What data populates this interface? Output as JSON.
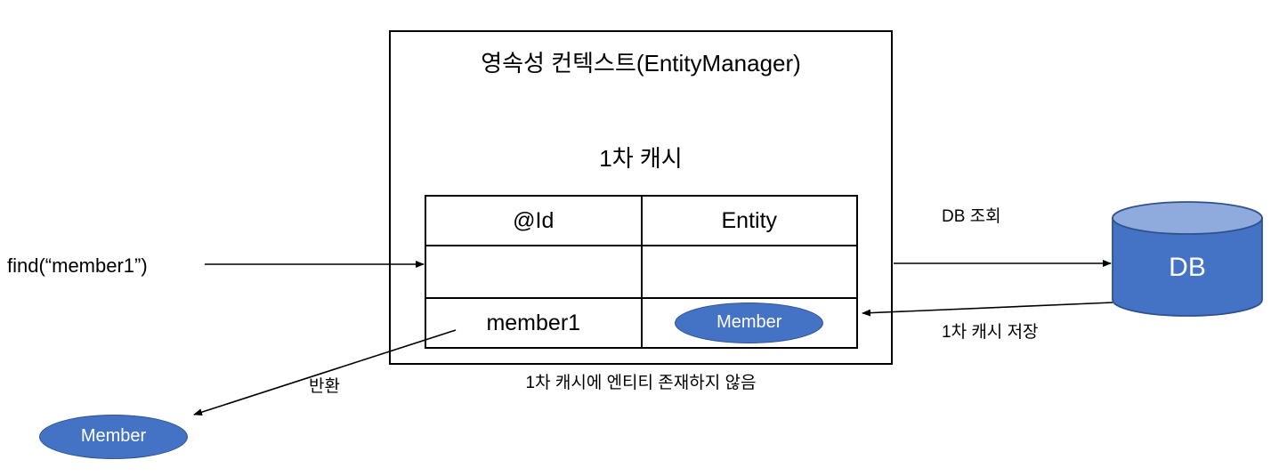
{
  "diagram": {
    "title": "영속성 컨텍스트(EntityManager)",
    "cache_title": "1차 캐시",
    "table": {
      "headers": [
        "@Id",
        "Entity"
      ],
      "rows": [
        {
          "id": "",
          "entity": ""
        },
        {
          "id": "member1",
          "entity": "Member"
        }
      ]
    },
    "database": {
      "label": "DB",
      "body_color": "#4472C4",
      "top_color": "#8FAADC",
      "stroke_color": "#2F528F"
    },
    "entities": {
      "cached_entity_label": "Member",
      "returned_entity_label": "Member",
      "fill_color": "#4472C4",
      "stroke_color": "#2F528F",
      "text_color": "#FFFFFF"
    },
    "labels": {
      "find_call": "find(“member1”)",
      "db_query": "DB 조회",
      "cache_save": "1차 캐시 저장",
      "return": "반환",
      "cache_miss_note": "1차 캐시에 엔티티 존재하지 않음"
    },
    "colors": {
      "line": "#000000",
      "box_border": "#000000",
      "background": "#FFFFFF"
    }
  }
}
